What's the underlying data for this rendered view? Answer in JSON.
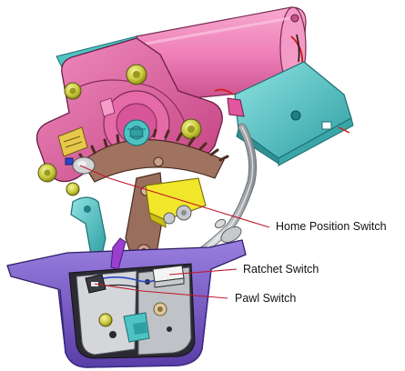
{
  "labels": {
    "home_position_switch": "Home Position Switch",
    "ratchet_switch": "Ratchet Switch",
    "pawl_switch": "Pawl Switch"
  },
  "colors": {
    "housing_magenta": "#e2569f",
    "motor_pink": "#ee7fb8",
    "teal_connector": "#4ec3c4",
    "gear_brown": "#a07260",
    "yellow_part": "#f1e62a",
    "purple_base": "#7a5bc9",
    "cable_grey": "#b9bcc0",
    "leader_line": "#c0182a",
    "wire_red": "#d42020"
  },
  "icons": [
    "gear-icon",
    "motor-icon",
    "switch-icon",
    "connector-icon",
    "latch-icon"
  ]
}
